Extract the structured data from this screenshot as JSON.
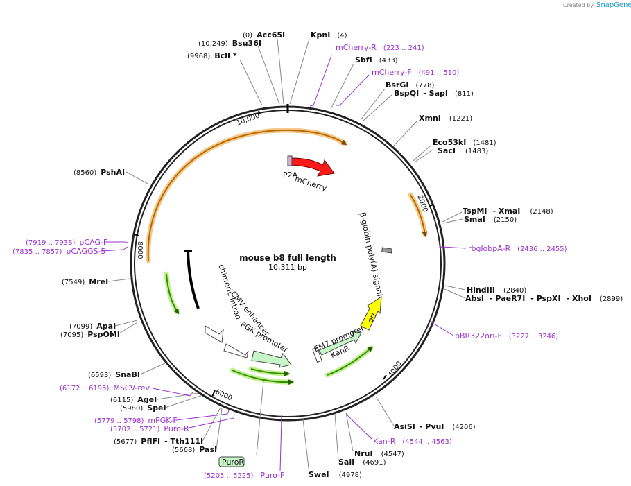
{
  "credit": {
    "created_by": "Created by",
    "brand": "SnapGene"
  },
  "plasmid": {
    "name": "mouse b8 full length",
    "size": "10,311 bp"
  },
  "ticks": [
    {
      "label": "10,000"
    },
    {
      "label": "2000"
    },
    {
      "label": "4000"
    },
    {
      "label": "6000"
    },
    {
      "label": "8000"
    }
  ],
  "enzymes": [
    {
      "pos": "(0)",
      "name": "Acc65I"
    },
    {
      "pos": "(10,249)",
      "name": "Bsu36I"
    },
    {
      "pos": "(9968)",
      "name": "BclI *"
    },
    {
      "name": "KpnI",
      "pos": "(4)"
    },
    {
      "name": "SbfI",
      "pos": "(433)"
    },
    {
      "name": "BsrGI",
      "pos": "(778)"
    },
    {
      "name": "BspQI",
      "name2": "- SapI",
      "pos": "(811)"
    },
    {
      "name": "XmnI",
      "pos": "(1221)"
    },
    {
      "name": "Eco53kI",
      "pos": "(1481)"
    },
    {
      "name": "SacI",
      "pos": "(1483)"
    },
    {
      "name": "TspMI",
      "name2": "- XmaI",
      "pos": "(2148)"
    },
    {
      "name": "SmaI",
      "pos": "(2150)"
    },
    {
      "name": "HindIII",
      "pos": "(2840)"
    },
    {
      "name": "AbsI",
      "name2": "- PaeR7I",
      "name3": "- PspXI",
      "name4": "- XhoI",
      "pos": "(2899)"
    },
    {
      "name": "AsiSI",
      "name2": "- PvuI",
      "pos": "(4206)"
    },
    {
      "name": "NruI",
      "pos": "(4547)"
    },
    {
      "name": "SalI",
      "pos": "(4691)"
    },
    {
      "name": "SwaI",
      "pos": "(4978)"
    },
    {
      "pos": "(8560)",
      "name": "PshAI"
    },
    {
      "pos": "(7549)",
      "name": "MreI"
    },
    {
      "pos": "(7099)",
      "name": "ApaI"
    },
    {
      "pos": "(7095)",
      "name": "PspOMI"
    },
    {
      "pos": "(6593)",
      "name": "SnaBI"
    },
    {
      "pos": "(6115)",
      "name": "AgeI"
    },
    {
      "pos": "(5980)",
      "name": "SpeI"
    },
    {
      "pos": "(5677)",
      "name": "PflFI",
      "name2": "- Tth111I"
    },
    {
      "pos": "(5668)",
      "name": "PasI"
    }
  ],
  "primers": [
    {
      "name": "mCherry-R",
      "pos": "(223 .. 241)"
    },
    {
      "name": "mCherry-F",
      "pos": "(491 .. 510)"
    },
    {
      "name": "rbglobpA-R",
      "pos": "(2436 .. 2455)"
    },
    {
      "name": "pBR322ori-F",
      "pos": "(3227 .. 3246)"
    },
    {
      "name": "Kan-R",
      "pos": "(4544 .. 4563)"
    },
    {
      "pos": "(7919 .. 7938)",
      "name": "pCAG-F"
    },
    {
      "pos": "(7835 .. 7857)",
      "name": "pCAGGS-5"
    },
    {
      "pos": "(6172 .. 6195)",
      "name": "MSCV-rev"
    },
    {
      "pos": "(5779 .. 5798)",
      "name": "mPGK-F"
    },
    {
      "pos": "(5702 .. 5721)",
      "name": "Puro-R"
    },
    {
      "pos": "(5205 .. 5225)",
      "name": "Puro-F"
    }
  ],
  "features": {
    "p2a": "P2A",
    "mcherry": "mCherry",
    "bglobin": "β-globin poly(A) signal",
    "ori": "ori",
    "kanr": "KanR",
    "em7": "EM7 promoter",
    "pgk": "PGK promoter",
    "cmv": "CMV enhancer",
    "intron": "chimeric intron",
    "puror": "PuroR"
  },
  "colors": {
    "backbone": "#222222",
    "primer": "#9b30d0",
    "mcherry": "#ff1a1a",
    "ori": "#ffff00",
    "kanr": "#c8f5c8",
    "orf_arc": "#b46a00",
    "orf_glow": "#f5c98a",
    "green_arc": "#3a8a10",
    "green_glow": "#bff28a"
  }
}
